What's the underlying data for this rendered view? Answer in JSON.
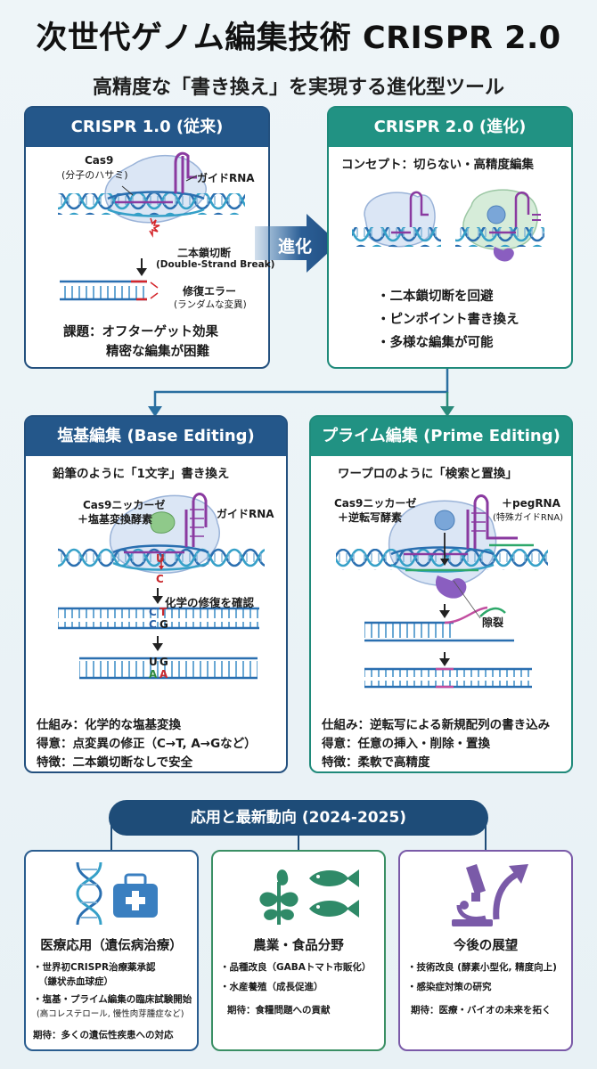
{
  "header": {
    "title": "次世代ゲノム編集技術 CRISPR 2.0",
    "subtitle": "高精度な「書き換え」を実現する進化型ツール"
  },
  "arrow_label": "進化",
  "crispr1": {
    "title": "CRISPR 1.0 (従来)",
    "cas9": "Cas9",
    "cas9_sub": "(分子のハサミ)",
    "guide": "ガイドRNA",
    "dsb": "二本鎖切断",
    "dsb_en": "(Double-Strand Break)",
    "repair": "修復エラー",
    "repair_sub": "(ランダムな変異)",
    "issue1": "課題：オフターゲット効果",
    "issue2": "精密な編集が困難"
  },
  "crispr2": {
    "title": "CRISPR 2.0 (進化)",
    "concept": "コンセプト：切らない・高精度編集",
    "points": [
      "二本鎖切断を回避",
      "ピンポイント書き換え",
      "多様な編集が可能"
    ]
  },
  "base": {
    "title": "塩基編集 (Base Editing)",
    "concept": "鉛筆のように「1文字」書き換え",
    "enzyme1": "Cas9ニッカーゼ",
    "enzyme2": "＋塩基変換酵素",
    "guide": "ガイドRNA",
    "letter_u": "U",
    "letter_c": "C",
    "letter_t": "T",
    "letter_g": "G",
    "letter_a": "A",
    "repair": "化学の修復を確認",
    "lines": [
      "仕組み：化学的な塩基変換",
      "得意：点変異の修正（C→T, A→Gなど）",
      "特徴：二本鎖切断なしで安全"
    ]
  },
  "prime": {
    "title": "プライム編集 (Prime Editing)",
    "concept": "ワープロのように「検索と置換」",
    "enzyme1": "Cas9ニッカーゼ",
    "enzyme2": "＋逆転写酵素",
    "peg1": "＋pegRNA",
    "peg2": "(特殊ガイドRNA)",
    "flap": "隙裂",
    "lines": [
      "仕組み：逆転写による新規配列の書き込み",
      "得意：任意の挿入・削除・置換",
      "特徴：柔軟で高精度"
    ]
  },
  "applications": {
    "title": "応用と最新動向 (2024-2025)",
    "cards": [
      {
        "title": "医療応用（遺伝病治療）",
        "lines": [
          "・世界初CRISPR治療薬承認",
          "（鎌状赤血球症）",
          "・塩基・プライム編集の臨床試験開始",
          "(高コレステロール, 慢性肉芽腫症など)",
          "期待：多くの遺伝性疾患への対応"
        ]
      },
      {
        "title": "農業・食品分野",
        "lines": [
          "・品種改良（GABAトマト市販化）",
          "・水産養殖（成長促進）",
          "期待：食糧問題への貢献"
        ]
      },
      {
        "title": "今後の展望",
        "lines": [
          "・技術改良 (酵素小型化, 精度向上)",
          "・感染症対策の研究",
          "期待：医療・バイオの未来を拓く"
        ]
      }
    ]
  },
  "colors": {
    "navy": "#24578a",
    "teal": "#219283",
    "green": "#3a8f64",
    "purple": "#7a5aa8"
  }
}
